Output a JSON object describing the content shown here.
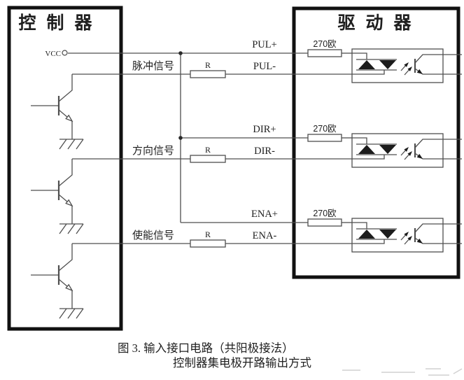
{
  "figure": {
    "controller": {
      "title": "控 制 器",
      "vcc_label": "VCC"
    },
    "driver": {
      "title": "驱 动 器"
    },
    "rows": [
      {
        "signal_label": "脉冲信号",
        "r_label": "R",
        "resistor_label": "270欧",
        "plus_label": "PUL+",
        "minus_label": "PUL-"
      },
      {
        "signal_label": "方向信号",
        "r_label": "R",
        "resistor_label": "270欧",
        "plus_label": "DIR+",
        "minus_label": "DIR-"
      },
      {
        "signal_label": "使能信号",
        "r_label": "R",
        "resistor_label": "270欧",
        "plus_label": "ENA+",
        "minus_label": "ENA-"
      }
    ],
    "caption": {
      "line1": "图 3.  输入接口电路（共阳极接法）",
      "line2": "控制器集电极开路输出方式"
    }
  },
  "colors": {
    "background": "#ffffff",
    "box_border": "#111111",
    "line": "#4f4f4f",
    "text": "#1f1f1f",
    "led_fill": "#1c1c1c",
    "artifact": "#b9b9b9"
  }
}
